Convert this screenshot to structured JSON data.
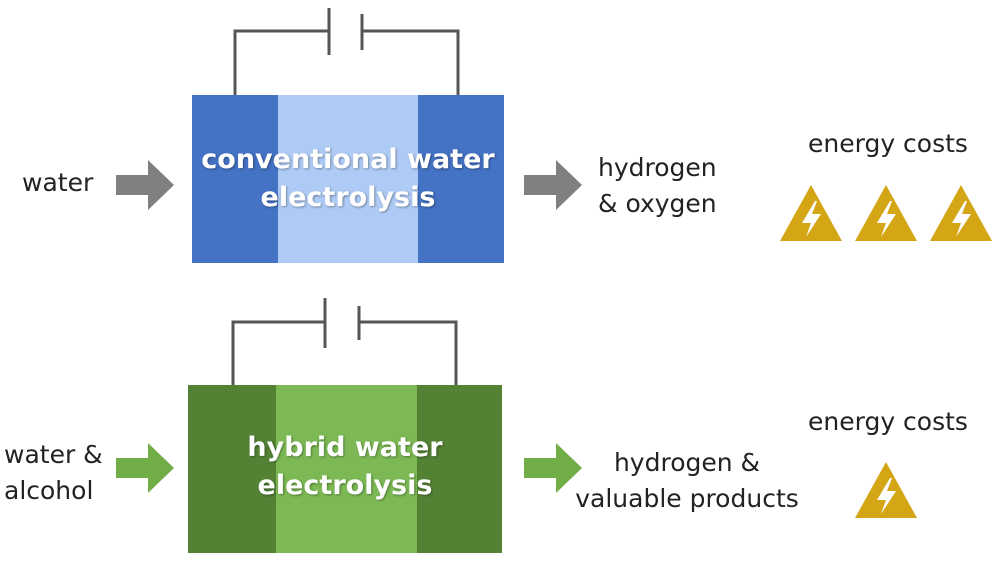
{
  "conventional": {
    "input": [
      "water"
    ],
    "title_lines": [
      "conventional water",
      "electrolysis"
    ],
    "output": [
      "hydrogen",
      "& oxygen"
    ],
    "energy_label": "energy costs",
    "energy_icon_count": 3,
    "colors": {
      "electrode": "#4472c4",
      "electrolyte": "#aecbf5",
      "arrow": "#808080"
    }
  },
  "hybrid": {
    "input": [
      "water &",
      "alcohol"
    ],
    "title_lines": [
      "hybrid water",
      "electrolysis"
    ],
    "output": [
      "hydrogen &",
      "valuable products"
    ],
    "energy_label": "energy costs",
    "energy_icon_count": 1,
    "colors": {
      "electrode": "#548235",
      "electrolyte": "#7cb954",
      "arrow": "#70ad47"
    }
  },
  "icons": {
    "energy": "lightning-warning-icon",
    "flow": "arrow-right-icon",
    "power": "battery-symbol-icon"
  },
  "colors": {
    "warning": "#d4a514",
    "wire": "#555555"
  }
}
